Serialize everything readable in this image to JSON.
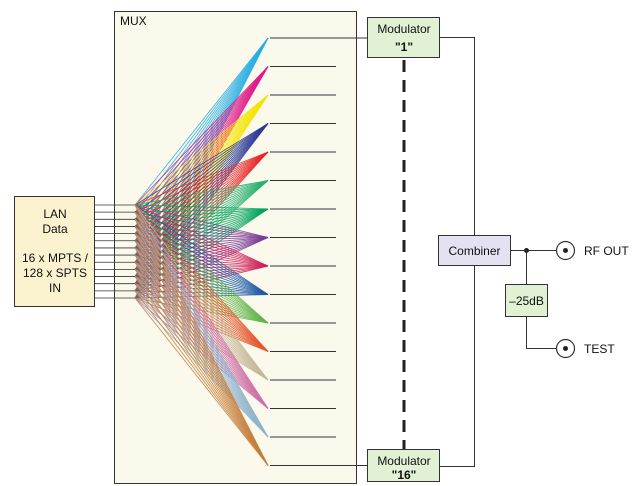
{
  "mux_label": "MUX",
  "input": {
    "line1": "LAN",
    "line2": "Data",
    "line3": "16 x MPTS /",
    "line4": "128 x SPTS",
    "line5": "IN"
  },
  "modulator_top": {
    "label": "Modulator",
    "index": "\"1\""
  },
  "modulator_bottom": {
    "label": "Modulator",
    "index": "\"16\""
  },
  "combiner_label": "Combiner",
  "attenuator_label": "–25dB",
  "rf_out_label": "RF OUT",
  "test_label": "TEST",
  "colors": {
    "mux_fill": "#fbf8ec",
    "input_fill": "#fbf3cf",
    "modulator_fill": "#e0f1d4",
    "combiner_fill": "#e4e1f3",
    "attenuator_fill": "#e0f1d4",
    "fan_colors": [
      "#27aee3",
      "#e0198a",
      "#f3e500",
      "#2e3a94",
      "#e8282a",
      "#27b171",
      "#00a560",
      "#7a3b93",
      "#d0215c",
      "#1f5aa7",
      "#5fb54a",
      "#e4562a",
      "#c7b89a",
      "#cf6fa7",
      "#8eb3cd",
      "#c47e3a"
    ]
  }
}
